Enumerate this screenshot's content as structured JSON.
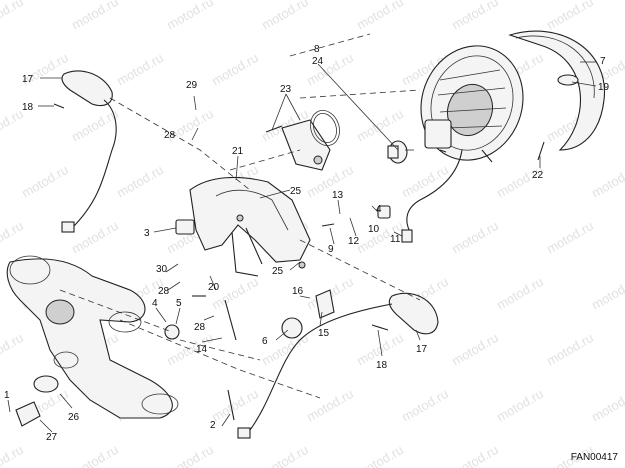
{
  "figure_code": "FAN00417",
  "watermark_text": "motod.ru",
  "callouts": {
    "c1": "1",
    "c2": "2",
    "c3": "3",
    "c4": "4",
    "c5": "5",
    "c6": "6",
    "c7": "7",
    "c8": "8",
    "c9": "9",
    "c10": "10",
    "c11": "11",
    "c12": "12",
    "c13": "13",
    "c14": "14",
    "c15": "15",
    "c16": "16",
    "c17a": "17",
    "c17b": "17",
    "c18a": "18",
    "c18b": "18",
    "c19": "19",
    "c20": "20",
    "c21": "21",
    "c22": "22",
    "c23": "23",
    "c24": "24",
    "c25a": "25",
    "c25b": "25",
    "c26": "26",
    "c27": "27",
    "c28a": "28",
    "c28b": "28",
    "c28c": "28",
    "c29": "29",
    "c30": "30"
  },
  "colors": {
    "ink": "#222222",
    "paper": "#ffffff",
    "watermark": "#c9c9c9"
  }
}
